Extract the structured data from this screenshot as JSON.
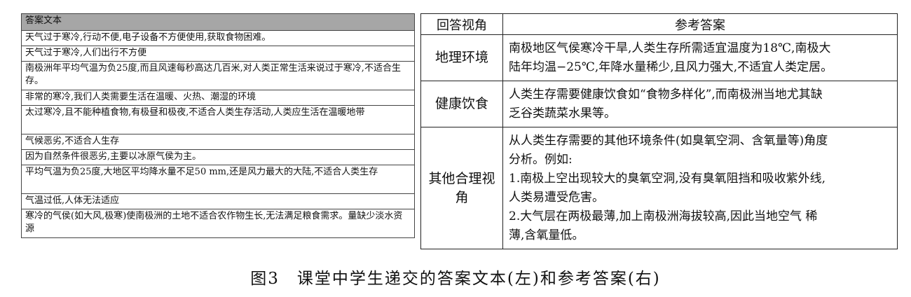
{
  "left_table": {
    "header": "答案文本",
    "rows": [
      {
        "text": "天气过于寒冷,行动不便,电子设备不方便使用,获取食物困难。",
        "tall": false
      },
      {
        "text": "天气过于寒冷,人们出行不方便",
        "tall": false
      },
      {
        "text": "南极洲年平均气温为负25度,而且风速每秒高达几百米,对人类正常生活来说过于寒冷,不适合生存。",
        "tall": true
      },
      {
        "text": "非常的寒冷,我们人类需要生活在温暖、火热、潮湿的环境",
        "tall": false
      },
      {
        "text": "太过寒冷,且不能种植食物,有极昼和极夜,不适合人类生存活动,人类应生活在温暖地带",
        "tall": true
      },
      {
        "text": "气候恶劣,不适合人生存",
        "tall": false
      },
      {
        "text": "因为自然条件很恶劣,主要以冰原气侯为主。",
        "tall": false
      },
      {
        "text": "平均气温为负25度,大地区平均降水量不足50 mm,还是风力最大的大陆,不适合人类生存",
        "tall": true
      },
      {
        "text": "气温过低,人体无法适应",
        "tall": false
      },
      {
        "text": "寒冷的气侯(如大风,极寒)使南极洲的土地不适合农作物生长,无法满足粮食需求。量缺少淡水资源",
        "tall": true
      }
    ]
  },
  "right_table": {
    "headers": [
      "回答视角",
      "参考答案"
    ],
    "rows": [
      {
        "aspect_lines": [
          "地理环境"
        ],
        "answer_lines": [
          "南极地区气侯寒冷干旱,人类生存所需适宜温度为18℃,南极大",
          "陆年均温−25℃,年降水量稀少,且风力强大,不适宜人类定居。"
        ]
      },
      {
        "aspect_lines": [
          "健康饮食"
        ],
        "answer_lines": [
          "人类生存需要健康饮食如“食物多样化”,而南极洲当地尤其缺",
          "乏谷类蔬菜水果等。"
        ]
      },
      {
        "aspect_lines": [
          "其他合理",
          "视角"
        ],
        "answer_lines": [
          "从人类生存需要的其他环境条件(如臭氧空洞、含氧量等)角度",
          "分析。例如:",
          "1.南极上空出现较大的臭氧空洞,没有臭氧阻挡和吸收紫外线,",
          "人类易遭受危害。",
          "2.大气层在两极最薄,加上南极洲海拔较高,因此当地空气 稀",
          "薄,含氧量低。"
        ]
      }
    ]
  },
  "caption": "图3　课堂中学生递交的答案文本(左)和参考答案(右)"
}
